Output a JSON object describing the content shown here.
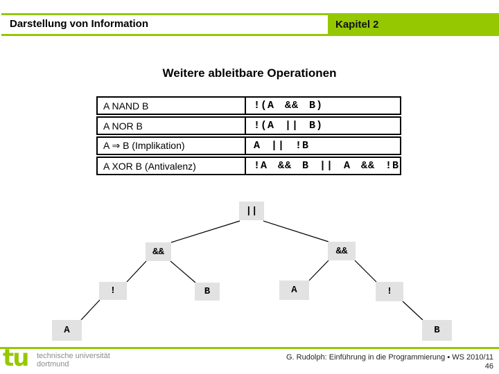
{
  "colors": {
    "accent_green": "#95C800",
    "node_gray": "#e2e2e2",
    "text_black": "#000000",
    "footer_gray": "#8c8c8c"
  },
  "header": {
    "title": "Darstellung von Information",
    "chapter": "Kapitel 2"
  },
  "main": {
    "heading": "Weitere ableitbare Operationen"
  },
  "table": {
    "rows": [
      {
        "op": "A NAND B",
        "expr": "!(A && B)"
      },
      {
        "op": "A NOR B",
        "expr": "!(A || B)"
      },
      {
        "op": "A ⇒ B (Implikation)",
        "expr": "A || !B"
      },
      {
        "op": "A XOR B (Antivalenz)",
        "expr": "!A && B || A && !B"
      }
    ]
  },
  "tree": {
    "expression": "!A && B || A && !B",
    "nodes": [
      {
        "id": "or-root",
        "label": "||"
      },
      {
        "id": "and-left",
        "label": "&&"
      },
      {
        "id": "and-right",
        "label": "&&"
      },
      {
        "id": "not-left",
        "label": "!"
      },
      {
        "id": "leaf-b-left",
        "label": "B"
      },
      {
        "id": "leaf-a-right",
        "label": "A"
      },
      {
        "id": "not-right",
        "label": "!"
      },
      {
        "id": "leaf-a-bottom",
        "label": "A"
      },
      {
        "id": "leaf-b-bottom",
        "label": "B"
      }
    ],
    "edges": [
      [
        "or-root",
        "and-left"
      ],
      [
        "or-root",
        "and-right"
      ],
      [
        "and-left",
        "not-left"
      ],
      [
        "and-left",
        "leaf-b-left"
      ],
      [
        "not-left",
        "leaf-a-bottom"
      ],
      [
        "and-right",
        "leaf-a-right"
      ],
      [
        "and-right",
        "not-right"
      ],
      [
        "not-right",
        "leaf-b-bottom"
      ]
    ]
  },
  "footer": {
    "logo_mark": "tu",
    "uni_line1": "technische universität",
    "uni_line2": "dortmund",
    "credit": "G. Rudolph: Einführung in die Programmierung ▪ WS 2010/11",
    "page": "46"
  }
}
